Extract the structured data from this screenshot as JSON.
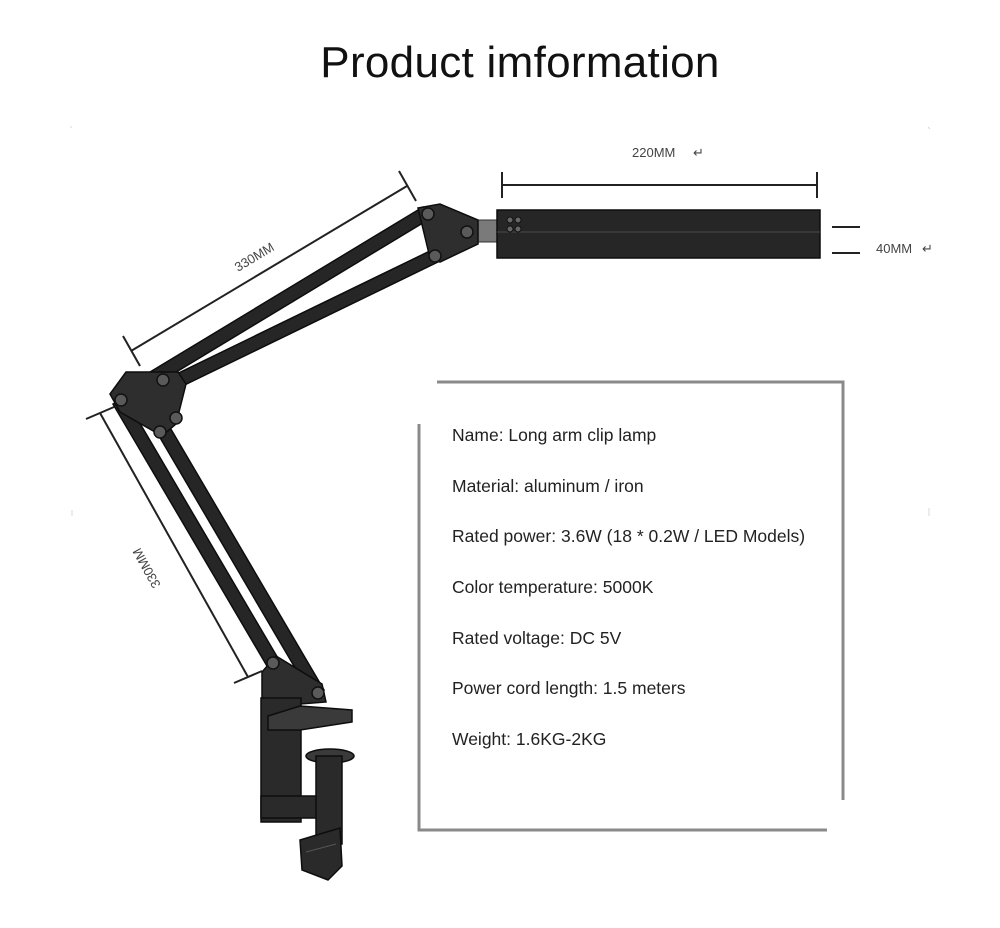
{
  "title": "Product imformation",
  "dimensions": {
    "lamp_head_length": "220MM",
    "lamp_head_height": "40MM",
    "upper_arm_length": "330MM",
    "lower_arm_length": "330MM"
  },
  "specs": [
    {
      "label": "Name",
      "value": "Long arm clip lamp"
    },
    {
      "label": "Material",
      "value": "aluminum / iron"
    },
    {
      "label": "Rated power",
      "value": "3.6W (18 * 0.2W / LED Models)"
    },
    {
      "label": "Color temperature",
      "value": "5000K"
    },
    {
      "label": "Rated voltage",
      "value": "DC 5V"
    },
    {
      "label": "Power cord length",
      "value": "1.5 meters"
    },
    {
      "label": "Weight",
      "value": "1.6KG-2KG"
    }
  ],
  "colors": {
    "lamp_body": "#262626",
    "frame": "#8a8a8a",
    "text": "#222222"
  }
}
